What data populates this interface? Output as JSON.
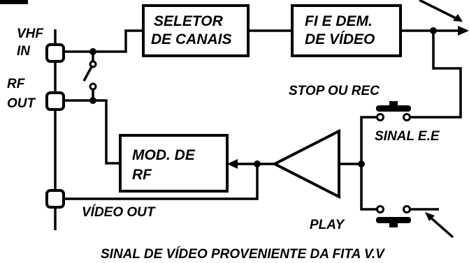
{
  "labels": {
    "vhf_in_1": "VHF",
    "vhf_in_2": "IN",
    "rf_out_1": "RF",
    "rf_out_2": "OUT",
    "video_out": "VÍDEO OUT",
    "selector_1": "SELETOR",
    "selector_2": "DE CANAIS",
    "fi_1": "FI E DEM.",
    "fi_2": "DE VÍDEO",
    "mod_1": "MOD. DE",
    "mod_2": "RF",
    "stop_rec": "STOP OU REC",
    "sinal_ee": "SINAL E.E",
    "play": "PLAY",
    "bottom_caption": "SINAL DE VÍDEO PROVENIENTE DA FITA V.V"
  },
  "colors": {
    "ink": "#000000",
    "background": "#ffffff"
  }
}
